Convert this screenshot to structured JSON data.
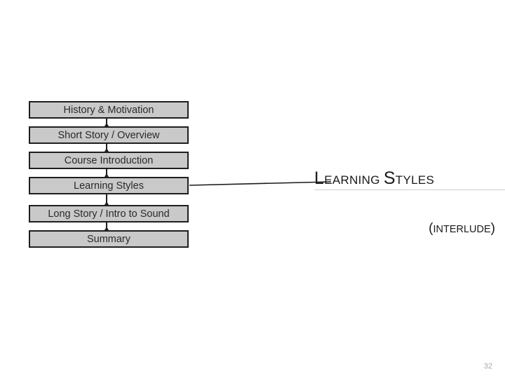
{
  "sections": [
    "History & Motivation",
    "Short Story / Overview",
    "Course Introduction",
    "Learning Styles",
    "Long Story / Intro to Sound",
    "Summary"
  ],
  "slide": {
    "title_first_letter": "L",
    "title_first_rest": "earning",
    "title_second_letter": "S",
    "title_second_rest": "tyles",
    "subtitle_open": "(",
    "subtitle_text": "interlude",
    "subtitle_close": ")",
    "page_number": "32"
  },
  "colors": {
    "box_fill": "#c9c9c9",
    "box_border": "#1f1f1f",
    "text": "#1a1a1a",
    "page_number": "#a8a8a8"
  }
}
